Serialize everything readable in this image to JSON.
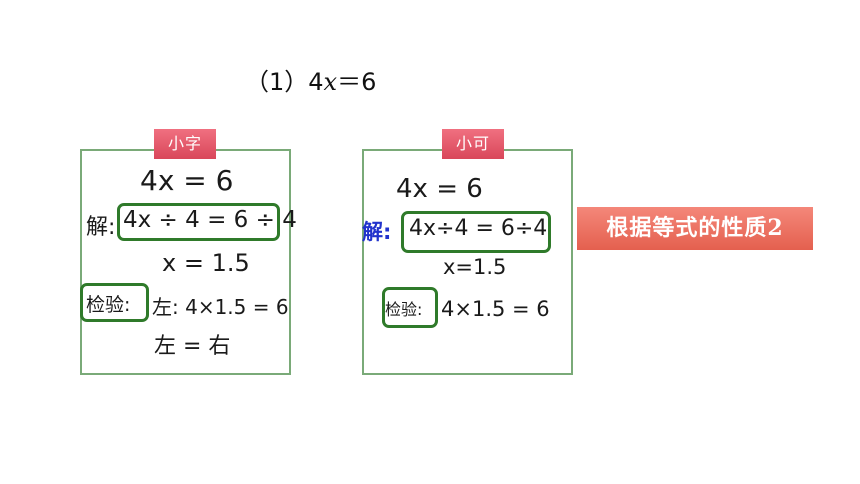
{
  "problem": {
    "label": "（1）4",
    "variable": "x",
    "rhs": "＝6"
  },
  "left_card": {
    "name": "小字",
    "equation": "4x = 6",
    "solve_label": "解:",
    "solve_step": "4x ÷ 4 = 6 ÷ 4",
    "result": "x = 1.5",
    "check_label": "检验:",
    "check_left": "左: 4×1.5 = 6",
    "check_conclusion": "左 = 右"
  },
  "right_card": {
    "name": "小可",
    "equation": "4x = 6",
    "solve_label": "解:",
    "solve_step": "4x÷4 = 6÷4",
    "result": "x=1.5",
    "check_label": "检验:",
    "check_line": "4×1.5 = 6"
  },
  "property_banner": "根据等式的性质2",
  "colors": {
    "card_border": "#7aaa78",
    "highlight_box": "#2f7a2a",
    "name_tag": "#e05566",
    "banner": "#ea6a58",
    "solve_label_blue": "#2233cc"
  }
}
